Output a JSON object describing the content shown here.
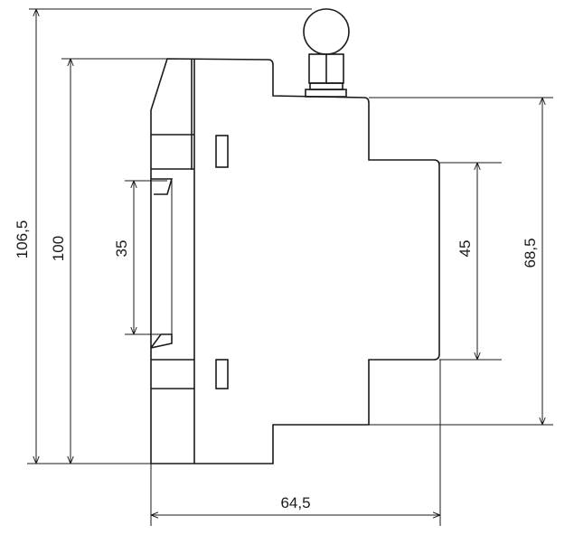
{
  "dimensions": {
    "total_height": "106,5",
    "body_height": "100",
    "rail_width": "35",
    "front_height": "45",
    "middle_height": "68,5",
    "depth": "64,5"
  }
}
